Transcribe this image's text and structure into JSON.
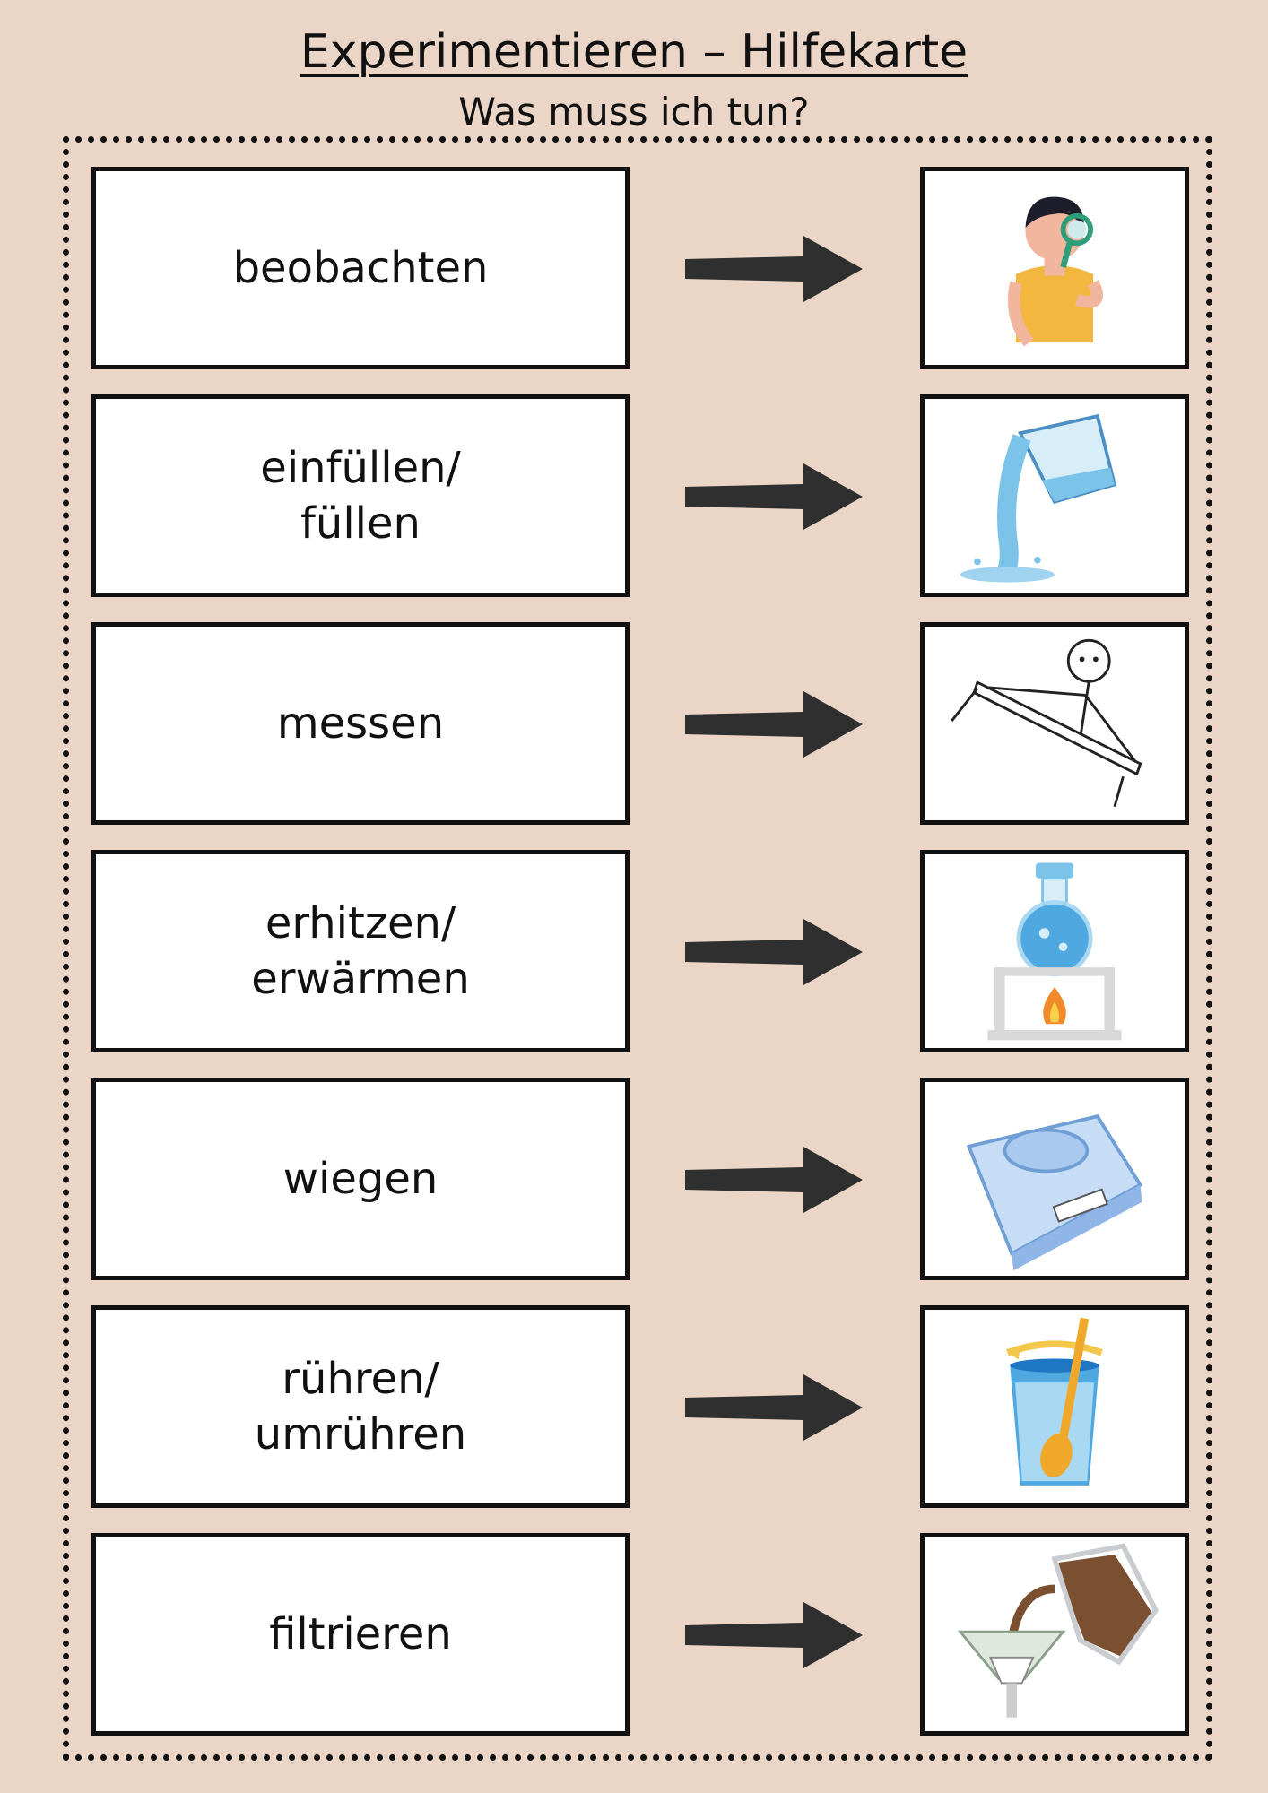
{
  "header": {
    "title": "Experimentieren – Hilfekarte",
    "subtitle": "Was muss ich tun?"
  },
  "cards": [
    {
      "lines": [
        "beobachten"
      ],
      "icon": "magnifier-child-icon"
    },
    {
      "lines": [
        "einfüllen/",
        "füllen"
      ],
      "icon": "pouring-water-icon"
    },
    {
      "lines": [
        "messen"
      ],
      "icon": "measuring-tape-icon"
    },
    {
      "lines": [
        "erhitzen/",
        "erwärmen"
      ],
      "icon": "flask-burner-icon"
    },
    {
      "lines": [
        "wiegen"
      ],
      "icon": "scale-icon"
    },
    {
      "lines": [
        "rühren/",
        "umrühren"
      ],
      "icon": "stirring-glass-icon"
    },
    {
      "lines": [
        "filtrieren"
      ],
      "icon": "filter-funnel-icon"
    }
  ],
  "colors": {
    "background": "#ead5c6",
    "border": "#111111",
    "arrow": "#2f2f2f"
  }
}
